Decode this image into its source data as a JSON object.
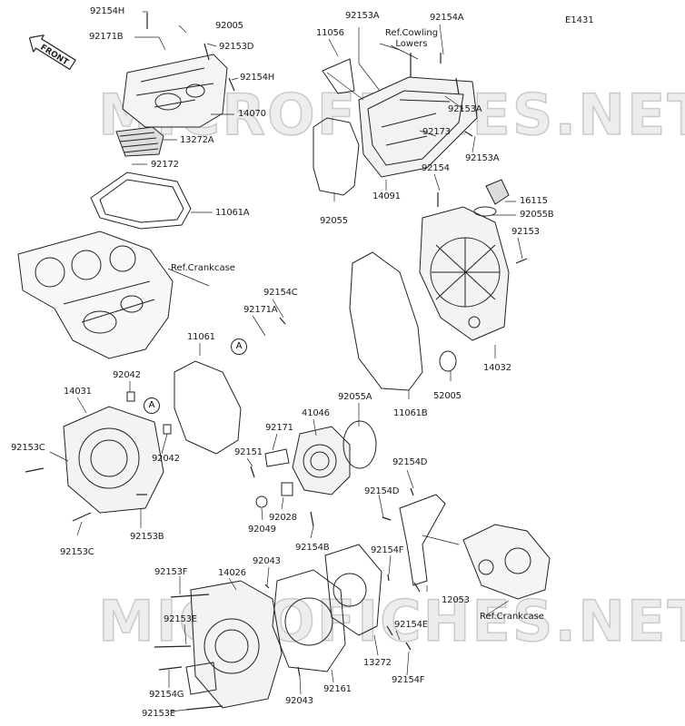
{
  "diagram": {
    "code": "E1431",
    "front_label": "FRONT",
    "watermark": "MICROFICHES.NET",
    "refs": {
      "cowling": "Ref.Cowling\nLowers",
      "crankcase_top": "Ref.Crankcase",
      "crankcase_bottom": "Ref.Crankcase"
    },
    "callouts": [
      "A",
      "A"
    ],
    "labels": [
      "92154H",
      "92171B",
      "92005",
      "92153D",
      "92154H",
      "14070",
      "13272A",
      "92172",
      "11061A",
      "11056",
      "92153A",
      "92154A",
      "92153A",
      "92173",
      "92153A",
      "14091",
      "92055",
      "92154",
      "16115",
      "92055B",
      "92153",
      "14032",
      "52005",
      "11061B",
      "92154C",
      "92171A",
      "11061",
      "92042",
      "14031",
      "92042",
      "92153C",
      "92153B",
      "92153C",
      "92055A",
      "41046",
      "92171",
      "92151",
      "92028",
      "92049",
      "92154B",
      "92154D",
      "92154D",
      "92154F",
      "12053",
      "92153F",
      "14026",
      "92043",
      "92153E",
      "92154G",
      "92153E",
      "13272",
      "92043",
      "92161",
      "92154E",
      "92154F"
    ]
  }
}
